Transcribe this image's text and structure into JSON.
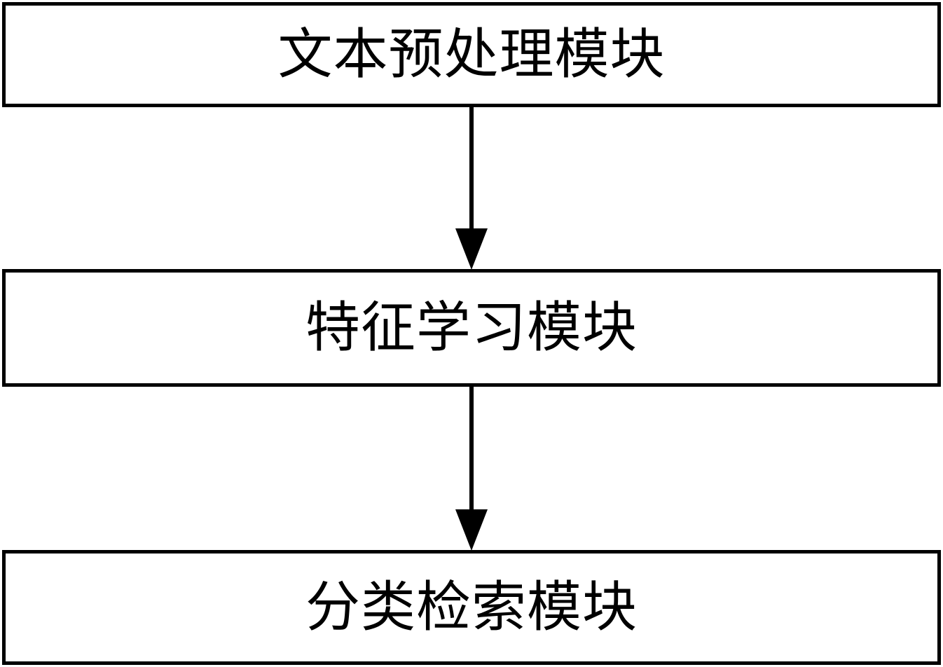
{
  "diagram": {
    "type": "flowchart",
    "direction": "top-down",
    "nodes": [
      {
        "id": "preprocess",
        "label": "文本预处理模块"
      },
      {
        "id": "feature",
        "label": "特征学习模块"
      },
      {
        "id": "classify",
        "label": "分类检索模块"
      }
    ],
    "edges": [
      {
        "from": "preprocess",
        "to": "feature",
        "style": "solid-arrow-down"
      },
      {
        "from": "feature",
        "to": "classify",
        "style": "solid-arrow-down"
      }
    ],
    "colors": {
      "background": "#ffffff",
      "node_fill": "#ffffff",
      "node_border": "#000000",
      "text": "#000000",
      "arrow": "#000000"
    }
  }
}
